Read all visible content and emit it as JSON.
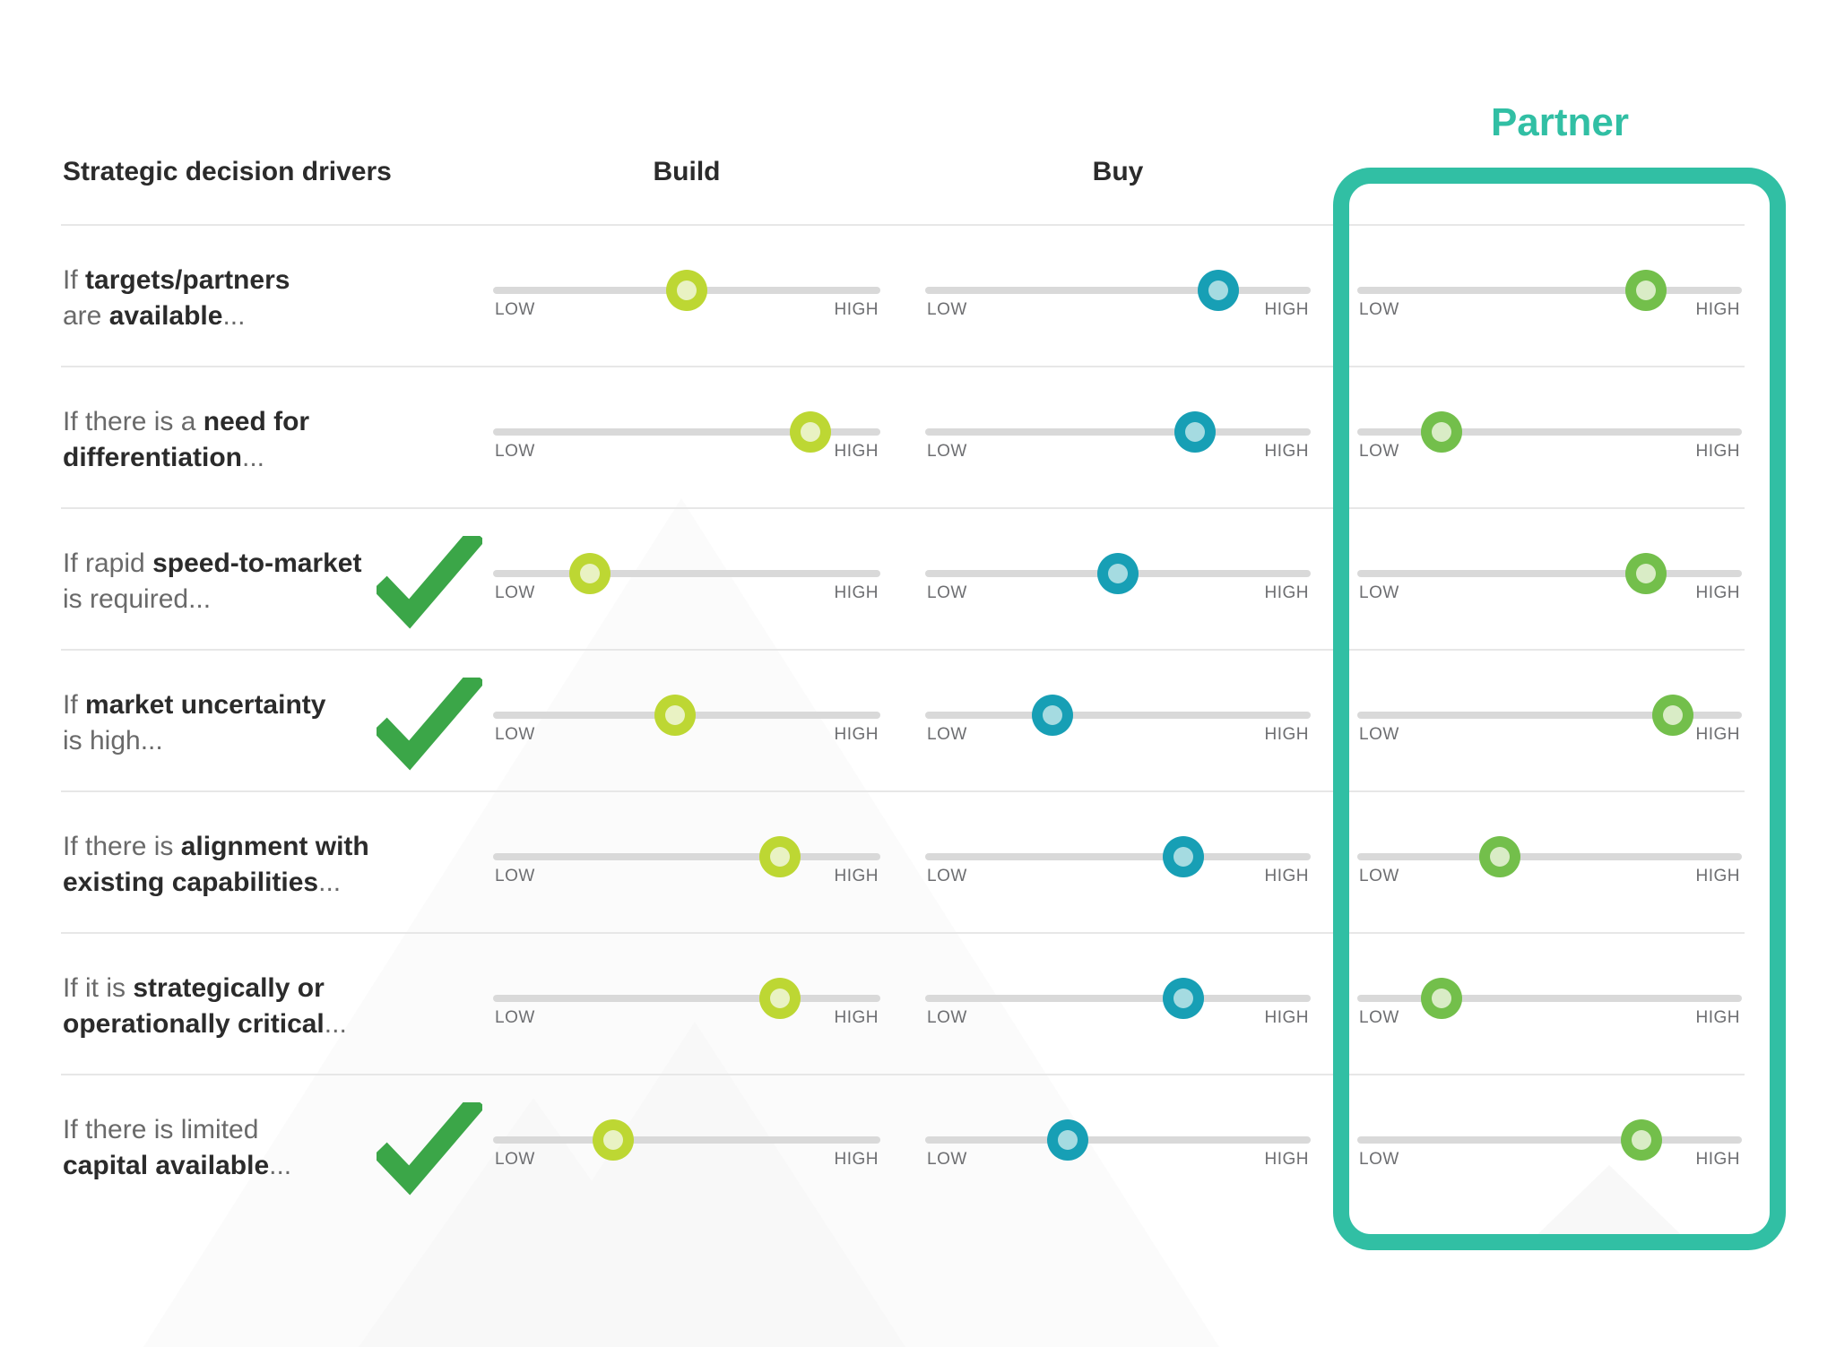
{
  "header": {
    "drivers_label": "Strategic decision drivers",
    "columns": [
      {
        "label": "Build"
      },
      {
        "label": "Buy"
      },
      {
        "label": "Partner"
      }
    ]
  },
  "slider_labels": {
    "low": "LOW",
    "high": "HIGH"
  },
  "icons": {
    "checkmark": "check-icon"
  },
  "rows": [
    {
      "label_line1": [
        {
          "text": "If ",
          "bold": false
        },
        {
          "text": "targets/partners",
          "bold": true
        }
      ],
      "label_line2": [
        {
          "text": "are ",
          "bold": false
        },
        {
          "text": "available",
          "bold": true
        },
        {
          "text": "...",
          "bold": false
        }
      ],
      "checked": false,
      "values": {
        "build": 50,
        "buy": 76,
        "partner": 75
      }
    },
    {
      "label_line1": [
        {
          "text": "If there is a ",
          "bold": false
        },
        {
          "text": "need for",
          "bold": true
        }
      ],
      "label_line2": [
        {
          "text": "differentiation",
          "bold": true
        },
        {
          "text": "...",
          "bold": false
        }
      ],
      "checked": false,
      "values": {
        "build": 82,
        "buy": 70,
        "partner": 22
      }
    },
    {
      "label_line1": [
        {
          "text": "If rapid ",
          "bold": false
        },
        {
          "text": "speed-to-market",
          "bold": true
        }
      ],
      "label_line2": [
        {
          "text": "is required...",
          "bold": false
        }
      ],
      "checked": true,
      "values": {
        "build": 25,
        "buy": 50,
        "partner": 75
      }
    },
    {
      "label_line1": [
        {
          "text": "If ",
          "bold": false
        },
        {
          "text": "market uncertainty",
          "bold": true
        }
      ],
      "label_line2": [
        {
          "text": "is high...",
          "bold": false
        }
      ],
      "checked": true,
      "values": {
        "build": 47,
        "buy": 33,
        "partner": 82
      }
    },
    {
      "label_line1": [
        {
          "text": "If there is ",
          "bold": false
        },
        {
          "text": "alignment with",
          "bold": true
        }
      ],
      "label_line2": [
        {
          "text": "existing capabilities",
          "bold": true
        },
        {
          "text": "...",
          "bold": false
        }
      ],
      "checked": false,
      "values": {
        "build": 74,
        "buy": 67,
        "partner": 37
      }
    },
    {
      "label_line1": [
        {
          "text": "If it is ",
          "bold": false
        },
        {
          "text": "strategically or",
          "bold": true
        }
      ],
      "label_line2": [
        {
          "text": "operationally critical",
          "bold": true
        },
        {
          "text": "...",
          "bold": false
        }
      ],
      "checked": false,
      "values": {
        "build": 74,
        "buy": 67,
        "partner": 22
      }
    },
    {
      "label_line1": [
        {
          "text": "If there is limited",
          "bold": false
        }
      ],
      "label_line2": [
        {
          "text": "capital available",
          "bold": true
        },
        {
          "text": "...",
          "bold": false
        }
      ],
      "checked": true,
      "values": {
        "build": 31,
        "buy": 37,
        "partner": 74
      }
    }
  ],
  "colors": {
    "partner_accent": "#31bfa4",
    "build_knob": "#bdd733",
    "build_knob_inner": "#e9f2c3",
    "buy_knob": "#179fb5",
    "buy_knob_inner": "#a5dbe1",
    "partner_knob": "#73bf4b",
    "partner_knob_inner": "#d9ecc6",
    "track": "#d9d9d9",
    "check": "#3ba648",
    "heading_text": "#2b2b2b",
    "label_bold_text": "#2b2b2b",
    "label_light_text": "#6a6a6a",
    "low_high_text": "#6d6e71",
    "separator": "#e7e7e7",
    "watermark": "#f8f8f8"
  }
}
